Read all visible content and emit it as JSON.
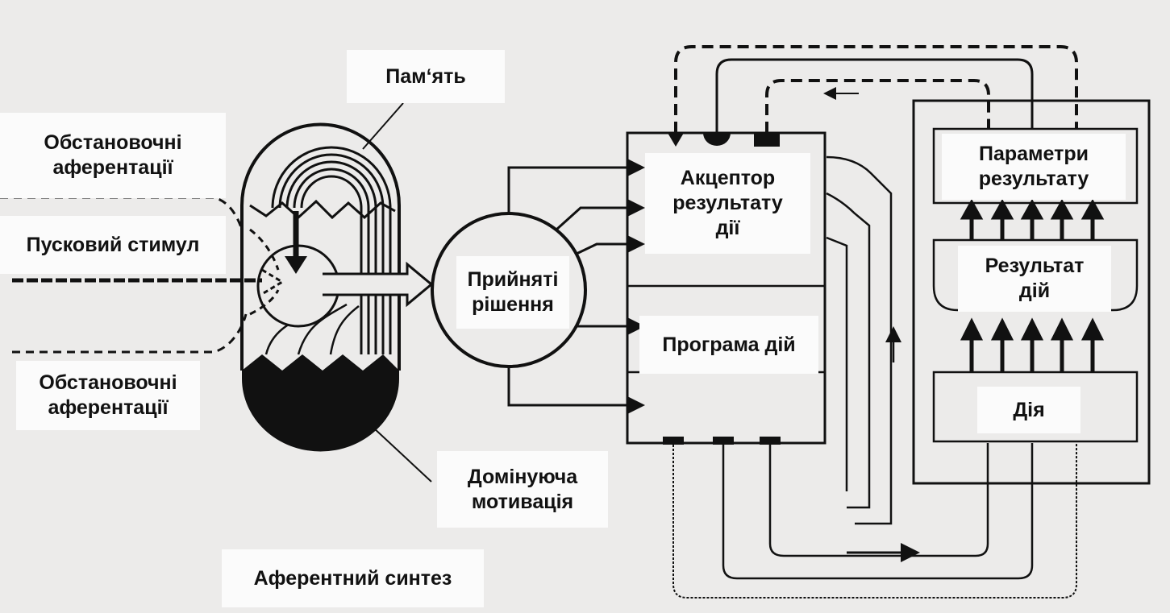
{
  "labels": {
    "memory": "Пам‘ять",
    "situational_top": [
      "Обстановочні",
      "аферентації"
    ],
    "trigger_stimulus": "Пусковий стимул",
    "situational_bottom": [
      "Обстановочні",
      "аферентації"
    ],
    "dominant_motivation": [
      "Домінуюча",
      "мотивація"
    ],
    "afferent_synthesis": "Аферентний синтез",
    "decisions": [
      "Прийняті",
      "рішення"
    ],
    "acceptor": [
      "Акцептор",
      "результату",
      "дії"
    ],
    "action_program": "Програма дій",
    "result_parameters": [
      "Параметри",
      "результату"
    ],
    "action_result": [
      "Результат",
      "дій"
    ],
    "action": "Дія"
  },
  "colors": {
    "background": "#ecebea",
    "ink": "#111111",
    "label_background": "#fbfbfb"
  }
}
